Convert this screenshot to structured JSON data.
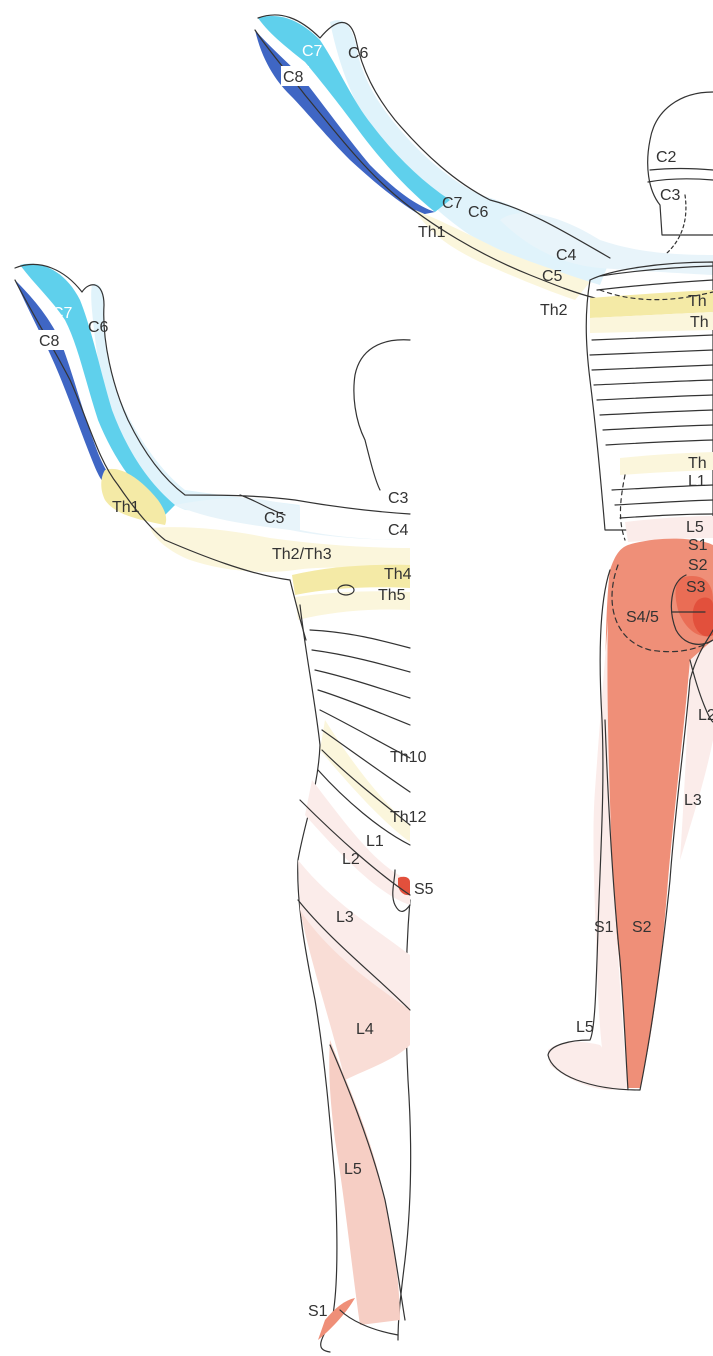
{
  "colors": {
    "c6": "#e0f3fb",
    "c7": "#5fd0ec",
    "c8": "#3f66c4",
    "c5": "#e8f4fa",
    "th_light": "#fbf6dc",
    "th_yellow": "#f4eaa6",
    "lumbar_light": "#fbecea",
    "sacral": "#ef8f78",
    "s_dark": "#e2503c"
  },
  "front_view": {
    "labels": {
      "c7": "C7",
      "c6": "C6",
      "c8": "C8",
      "th1": "Th1",
      "c5": "C5",
      "c3": "C3",
      "c4": "C4",
      "th2_th3": "Th2/Th3",
      "th4": "Th4",
      "th5": "Th5",
      "th10": "Th10",
      "th12": "Th12",
      "l1": "L1",
      "l2": "L2",
      "s5": "S5",
      "l3": "L3",
      "l4": "L4",
      "l5": "L5",
      "s1": "S1"
    }
  },
  "back_view": {
    "labels": {
      "c7": "C7",
      "c6": "C6",
      "c8": "C8",
      "c2": "C2",
      "c3": "C3",
      "c7b": "C7",
      "c6b": "C6",
      "th1": "Th1",
      "c4": "C4",
      "c5": "C5",
      "th2": "Th2",
      "th_a": "Th",
      "th_b": "Th",
      "th_c": "Th",
      "l1": "L1",
      "l5": "L5",
      "s1": "S1",
      "s2": "S2",
      "s3": "S3",
      "s45": "S4/5",
      "l2": "L2",
      "l3": "L3",
      "s1b": "S1",
      "s2b": "S2",
      "l5b": "L5"
    }
  }
}
